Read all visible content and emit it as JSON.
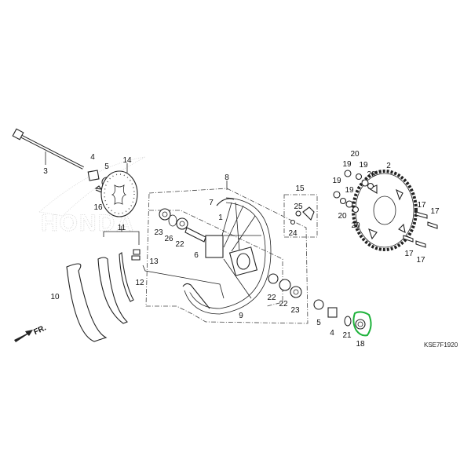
{
  "diagram": {
    "watermark": "HONDA",
    "code": "KSE7F1920",
    "direction": "FR.",
    "highlight_color": "#1db23a",
    "callouts": {
      "c3": "3",
      "c4a": "4",
      "c5a": "5",
      "c14": "14",
      "c16": "16",
      "c8": "8",
      "c7": "7",
      "c1": "1",
      "c23a": "23",
      "c26": "26",
      "c22a": "22",
      "c6": "6",
      "c11": "11",
      "c13": "13",
      "c12": "12",
      "c10": "10",
      "c9": "9",
      "c22b": "22",
      "c22c": "22",
      "c23b": "23",
      "c15": "15",
      "c25": "25",
      "c24": "24",
      "c20a": "20",
      "c19a": "19",
      "c19b": "19",
      "c20b": "20",
      "c19c": "19",
      "c19d": "19",
      "c20c": "20",
      "c20d": "20",
      "c2": "2",
      "c17a": "17",
      "c17b": "17",
      "c17c": "17",
      "c17d": "17",
      "c5b": "5",
      "c4b": "4",
      "c21": "21",
      "c18": "18"
    }
  }
}
